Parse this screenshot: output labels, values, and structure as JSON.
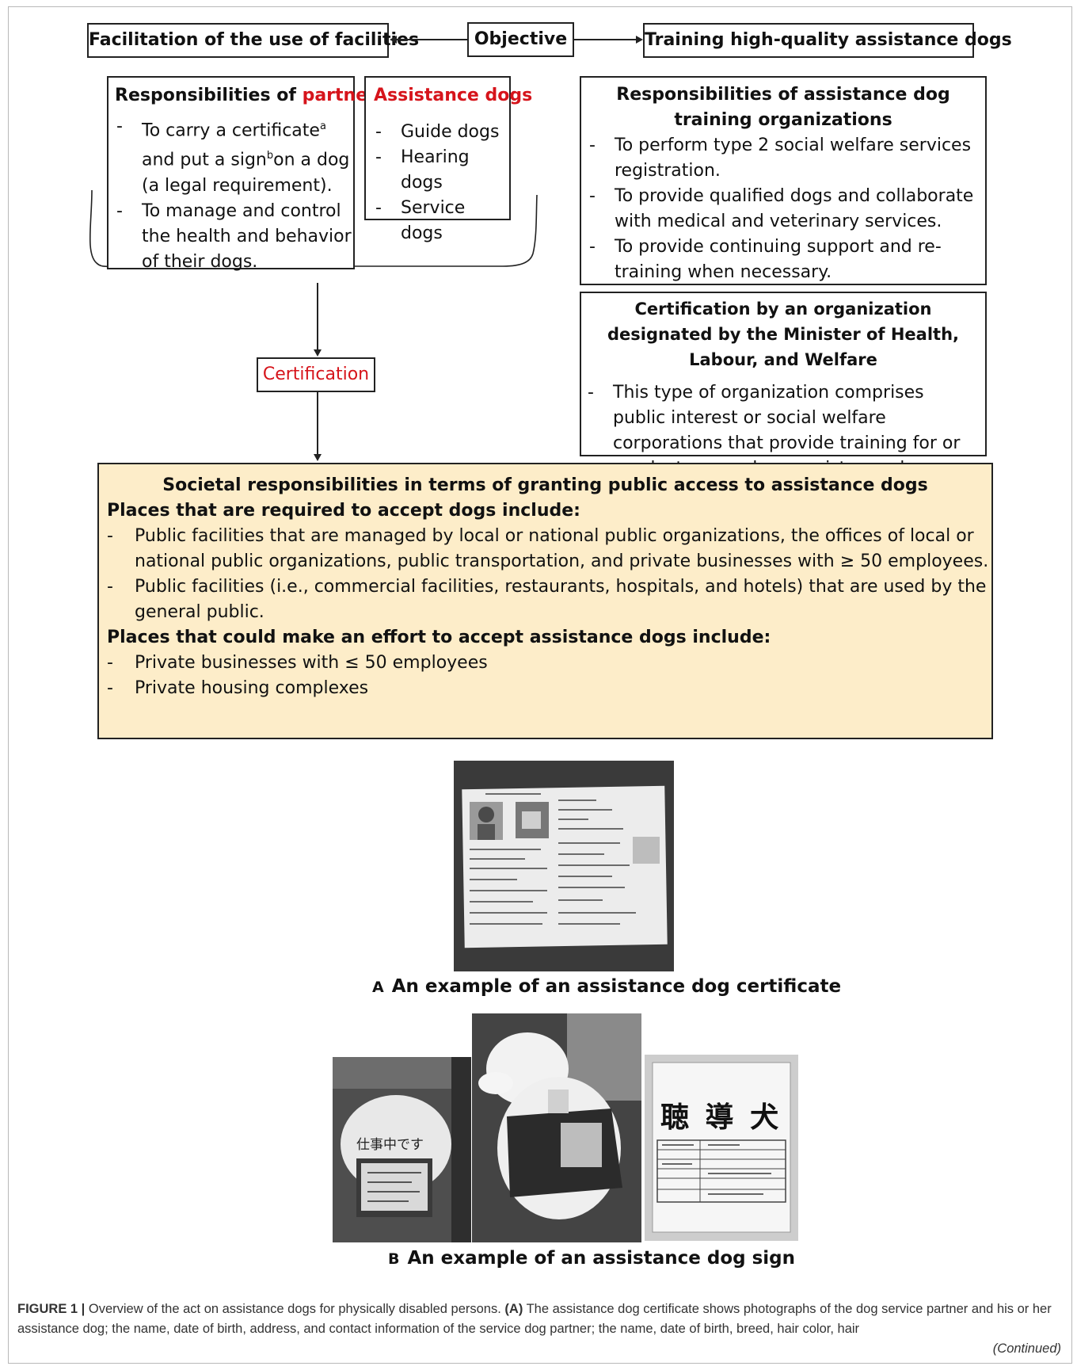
{
  "diagram": {
    "objective": "Objective",
    "left_goal": "Facilitation of the use of facilities",
    "right_goal": "Training high-quality assistance dogs",
    "partners": {
      "title_prefix": "Responsibilities of ",
      "title_highlight": "partners",
      "items": [
        "To carry a certificate",
        "and put a sign",
        "on a dog (a legal requirement).",
        "To manage and control the health and behavior of their dogs."
      ],
      "sup_a": "a",
      "sup_b": "b"
    },
    "assistance_dogs": {
      "title": "Assistance dogs",
      "items": [
        "Guide dogs",
        "Hearing dogs",
        "Service dogs"
      ]
    },
    "training_orgs": {
      "title": "Responsibilities of assistance dog training organizations",
      "items": [
        "To perform type 2 social welfare services registration.",
        "To provide qualified dogs and collaborate with medical and veterinary services.",
        "To provide continuing support and re-training when necessary."
      ]
    },
    "designated_org": {
      "title": "Certification by an organization designated by the Minister of Health, Labour, and Welfare",
      "items": [
        "This type of organization comprises public interest or social welfare corporations that provide training for or conduct research on assistance dogs."
      ]
    },
    "certification": "Certification",
    "societal": {
      "title": "Societal responsibilities in terms of granting public access to assistance dogs",
      "required_heading": "Places that are required to accept dogs include:",
      "required_items": [
        "Public facilities that are managed by local or national public organizations, the offices of local or national public organizations, public transportation, and private businesses with ≥ 50 employees.",
        "Public facilities (i.e., commercial facilities, restaurants, hospitals, and hotels) that are used by the general public."
      ],
      "effort_heading": "Places that could make an effort to accept assistance dogs include:",
      "effort_items": [
        "Private businesses with ≤ 50 employees",
        "Private housing complexes"
      ]
    }
  },
  "photos": {
    "a_letter": "A",
    "a_caption": "An example of an assistance dog certificate",
    "b_letter": "B",
    "b_caption": "An example of an assistance dog sign",
    "sign_vest_text": "仕事中です",
    "sign_board_text": "聴 導 犬"
  },
  "figure_caption": {
    "label": "FIGURE 1 |",
    "text_1": " Overview of the act on assistance dogs for physically disabled persons. ",
    "a_ref": "(A)",
    "text_2": " The assistance dog certificate shows photographs of the dog service partner and his or her assistance dog; the name, date of birth, address, and contact information of the service dog partner; the name, date of birth, breed, hair color, hair",
    "continued": "(Continued)"
  }
}
